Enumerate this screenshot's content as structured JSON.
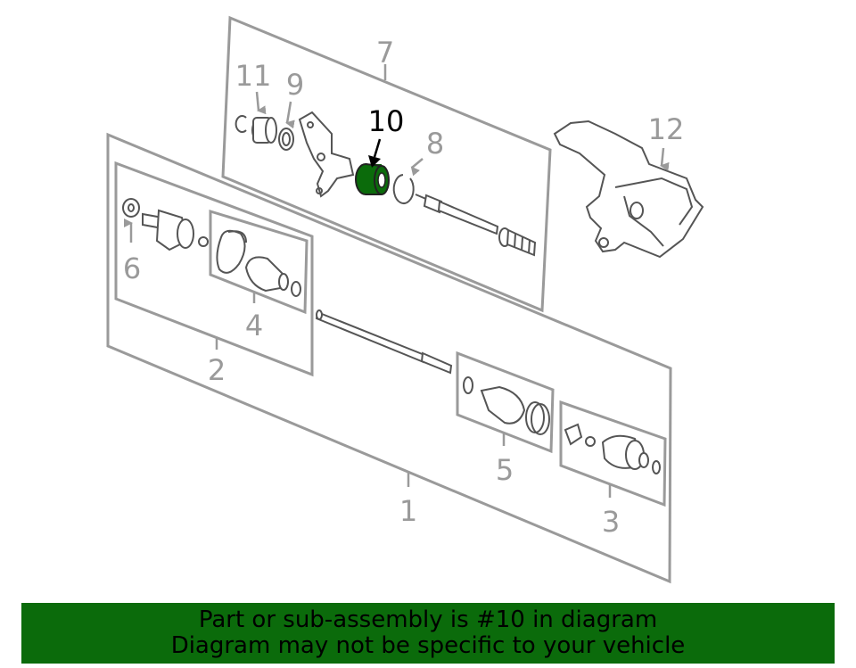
{
  "callouts": {
    "c1": "1",
    "c2": "2",
    "c3": "3",
    "c4": "4",
    "c5": "5",
    "c6": "6",
    "c7": "7",
    "c8": "8",
    "c9": "9",
    "c10": "10",
    "c11": "11",
    "c12": "12"
  },
  "highlight": {
    "part": "10",
    "color": "#0b6b0b"
  },
  "banner": {
    "line1": "Part or sub-assembly is #10 in diagram",
    "line2": "Diagram may not be specific to your vehicle",
    "background": "#0b6b0b"
  }
}
